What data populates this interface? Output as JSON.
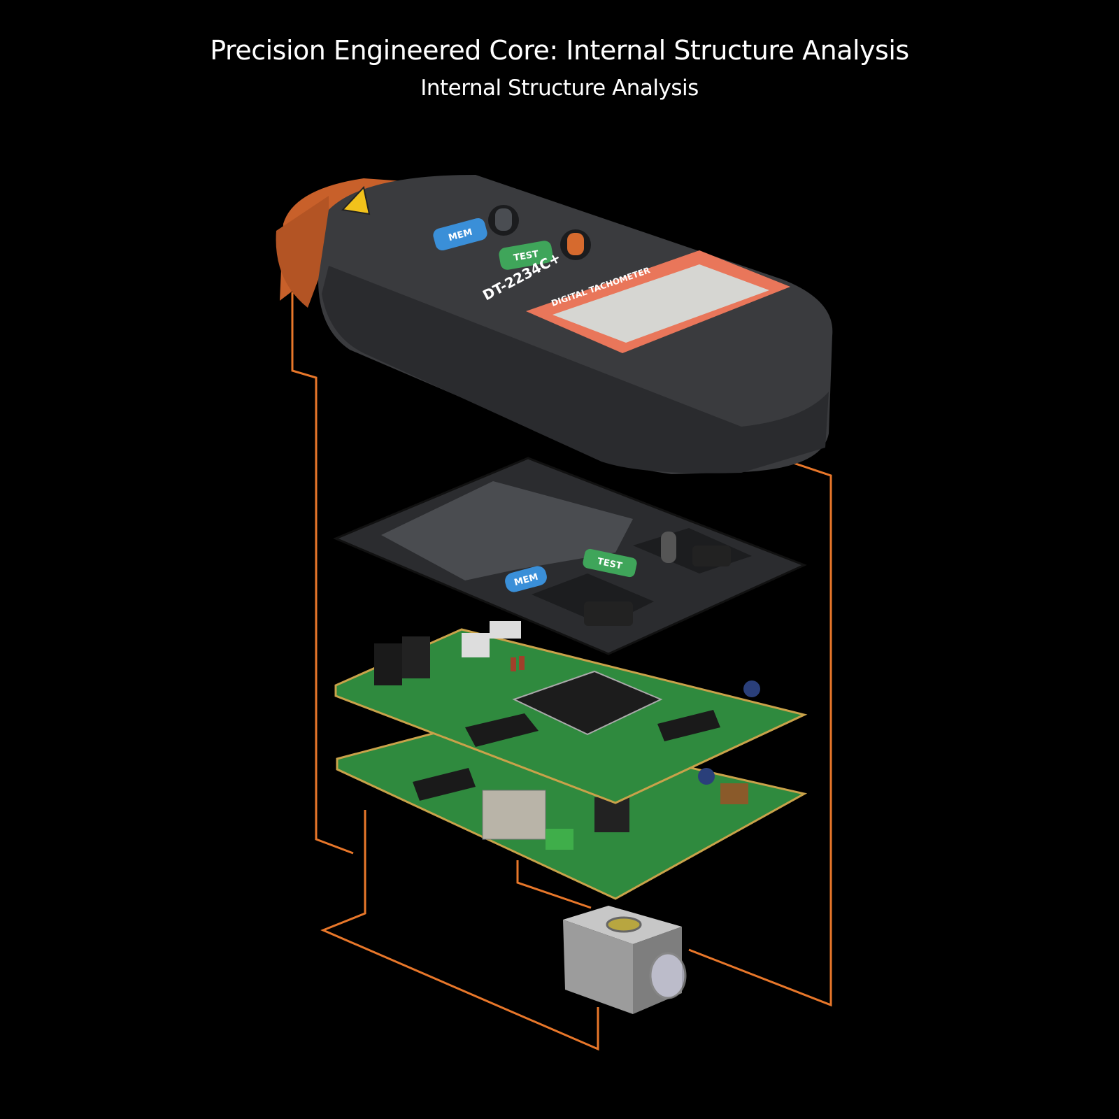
{
  "header": {
    "title": "Precision Engineered Core: Internal Structure Analysis",
    "subtitle": "Internal Structure Analysis"
  },
  "device": {
    "model": "DT-2234C+",
    "screen_label": "DIGITAL TACHOMETER",
    "buttons": {
      "mem": "MEM",
      "test": "TEST"
    }
  },
  "colors": {
    "background": "#000000",
    "accent_lines": "#e8772a",
    "housing": "#3a3b3e",
    "nose": "#c8602a",
    "pcb": "#2f8a3e",
    "button_blue": "#3a8fd8",
    "button_green": "#3fa55a"
  }
}
